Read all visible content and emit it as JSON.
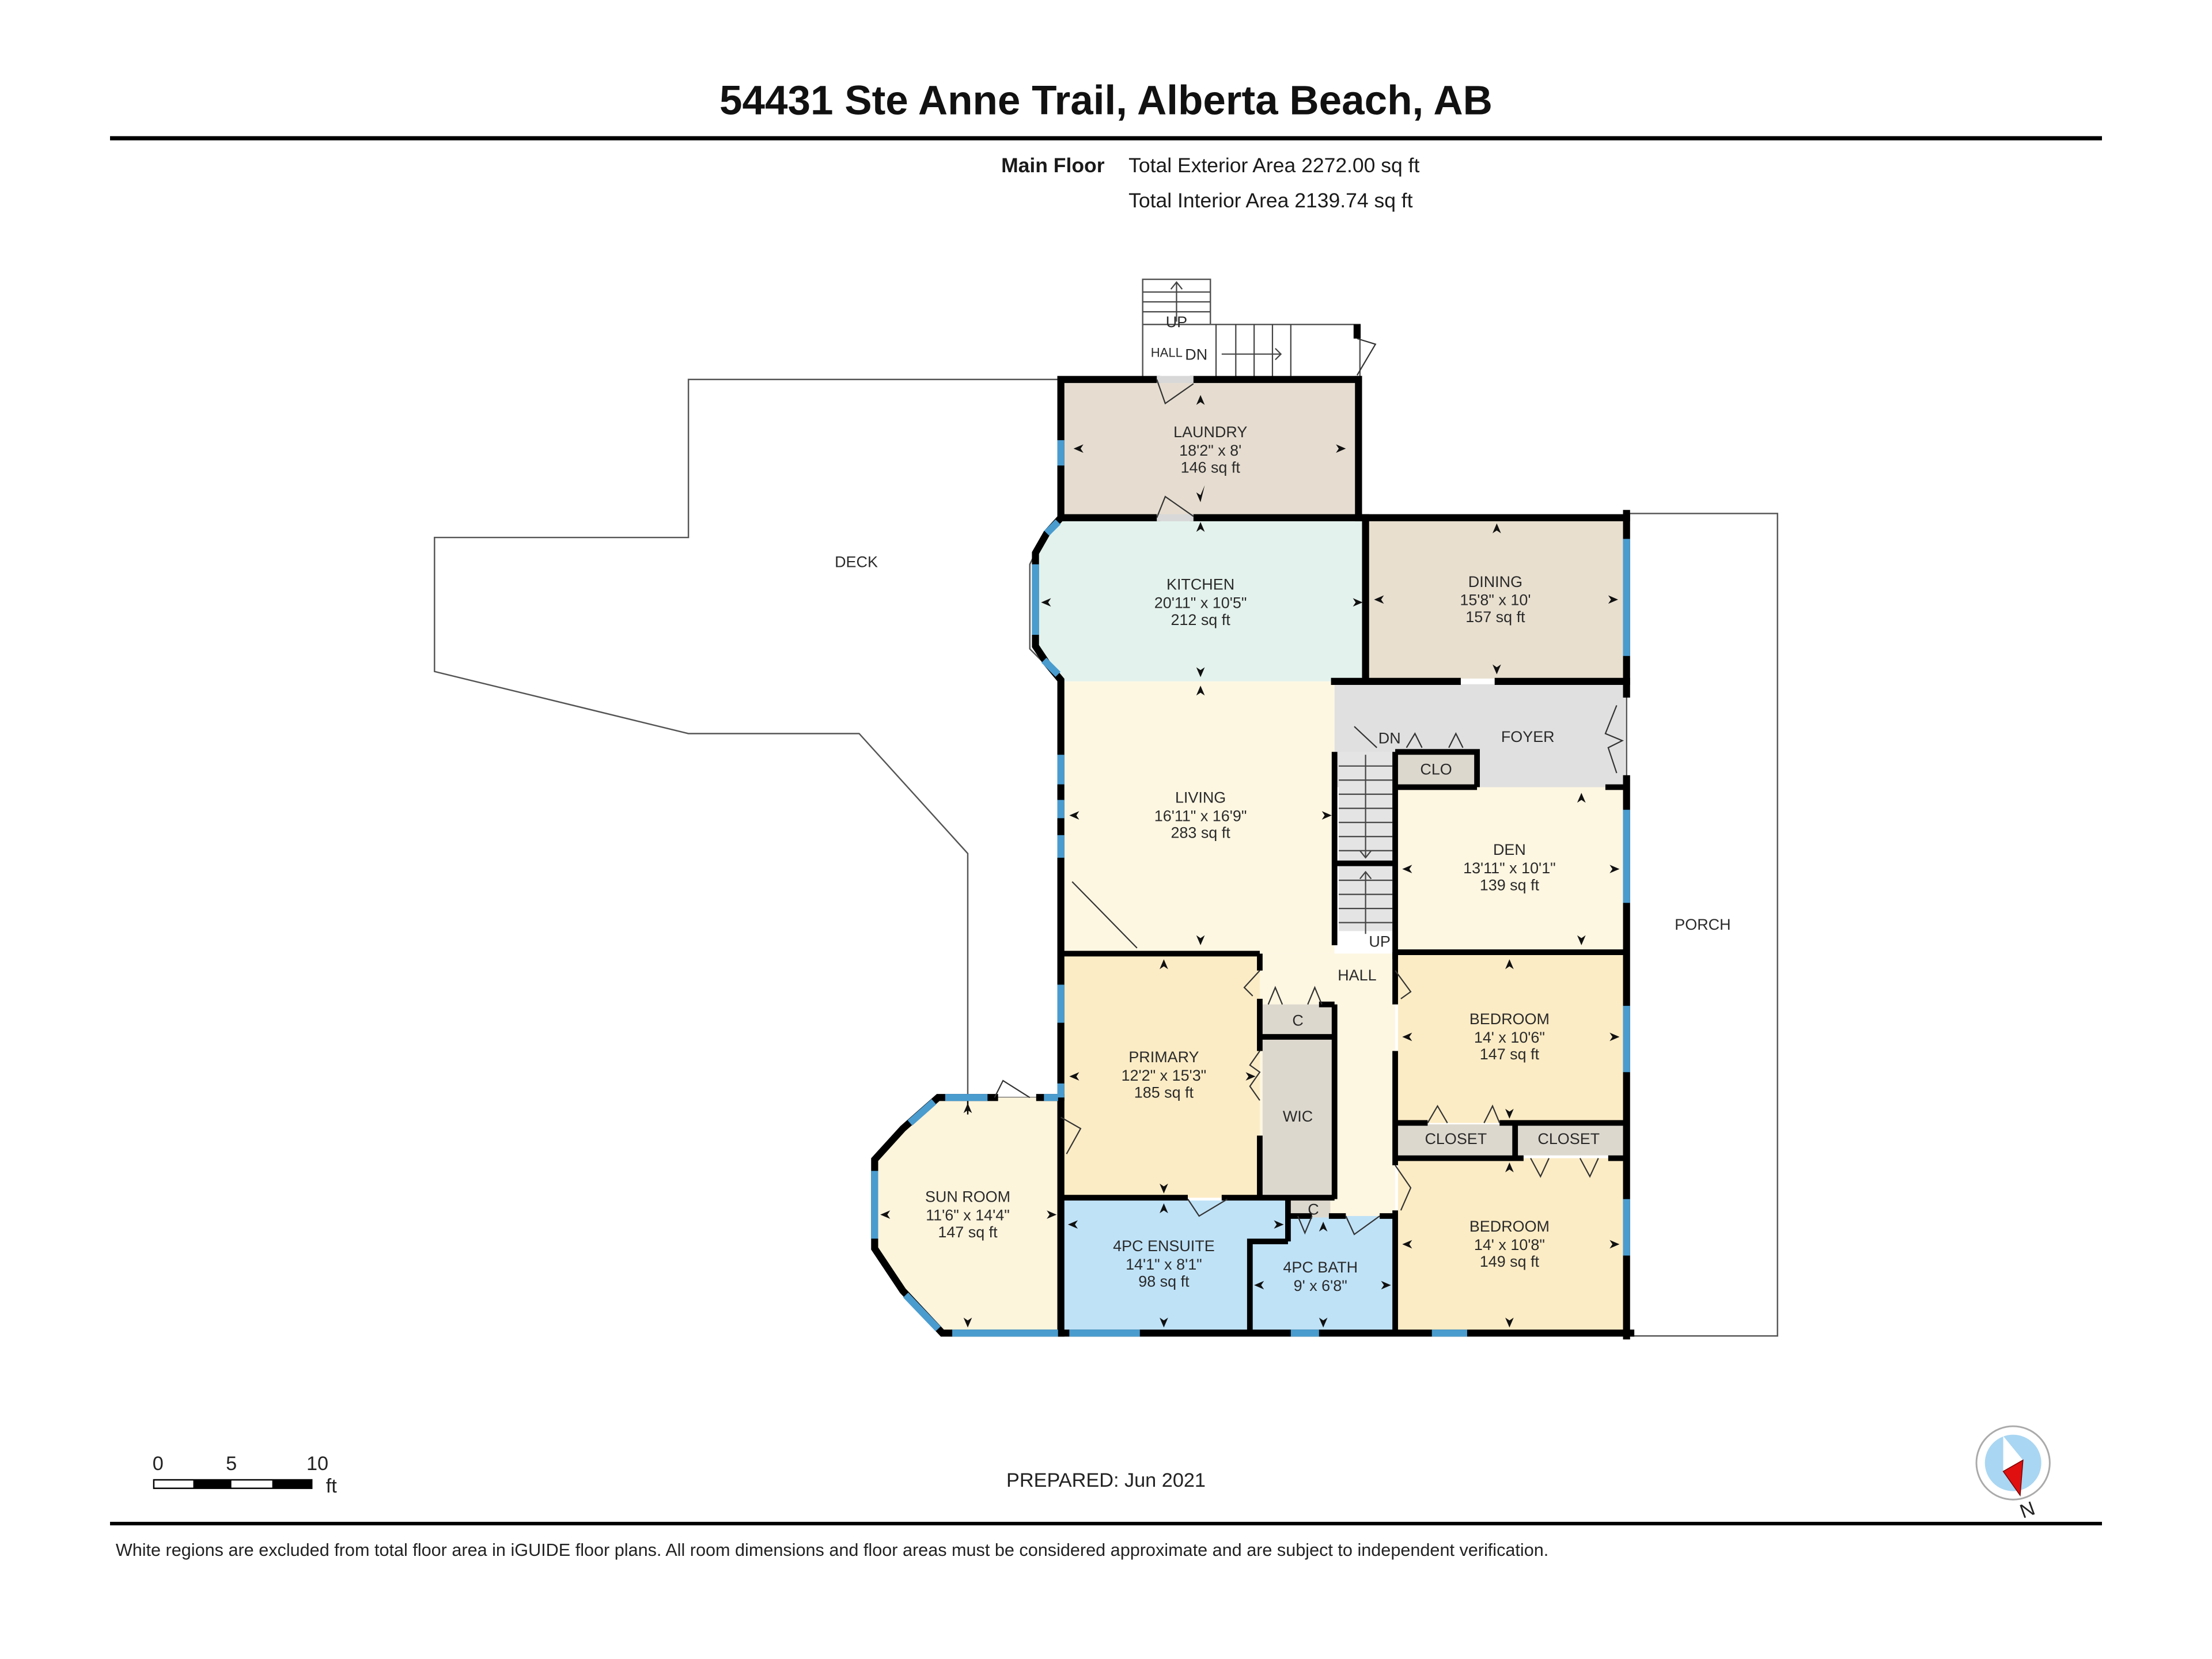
{
  "header": {
    "title": "54431 Ste Anne Trail, Alberta Beach, AB",
    "floor_label": "Main Floor",
    "exterior_area": "Total Exterior Area 2272.00 sq ft",
    "interior_area": "Total Interior Area 2139.74 sq ft"
  },
  "colors": {
    "laundry": "#e6ddd0",
    "kitchen": "#e3f2ec",
    "dining": "#e8dfcf",
    "living": "#fdf7e2",
    "foyer": "#e0e0e0",
    "bedroom": "#fcecc5",
    "bath": "#bfe2f7",
    "closet": "#ddd8ce",
    "window": "#4a9ccf",
    "compass_red": "#e01010",
    "compass_blue": "#a9d6f2"
  },
  "rooms": {
    "laundry": {
      "name": "LAUNDRY",
      "dims": "18'2\" x 8'",
      "area": "146 sq ft"
    },
    "kitchen": {
      "name": "KITCHEN",
      "dims": "20'11\" x 10'5\"",
      "area": "212 sq ft"
    },
    "dining": {
      "name": "DINING",
      "dims": "15'8\" x 10'",
      "area": "157 sq ft"
    },
    "living": {
      "name": "LIVING",
      "dims": "16'11\" x 16'9\"",
      "area": "283 sq ft"
    },
    "den": {
      "name": "DEN",
      "dims": "13'11\" x 10'1\"",
      "area": "139 sq ft"
    },
    "primary": {
      "name": "PRIMARY",
      "dims": "12'2\" x 15'3\"",
      "area": "185 sq ft"
    },
    "bedroom1": {
      "name": "BEDROOM",
      "dims": "14' x 10'6\"",
      "area": "147 sq ft"
    },
    "bedroom2": {
      "name": "BEDROOM",
      "dims": "14' x 10'8\"",
      "area": "149 sq ft"
    },
    "sunroom": {
      "name": "SUN ROOM",
      "dims": "11'6\" x 14'4\"",
      "area": "147 sq ft"
    },
    "ensuite": {
      "name": "4PC ENSUITE",
      "dims": "14'1\" x 8'1\"",
      "area": "98 sq ft"
    },
    "bath": {
      "name": "4PC BATH",
      "dims": "9' x 6'8\""
    }
  },
  "labels": {
    "deck": "DECK",
    "porch": "PORCH",
    "foyer": "FOYER",
    "hall_main": "HALL",
    "hall_top": "HALL",
    "clo": "CLO",
    "wic": "WIC",
    "c1": "C",
    "c2": "C",
    "closet1": "CLOSET",
    "closet2": "CLOSET",
    "up_top": "UP",
    "dn_top": "DN",
    "dn_foyer": "DN",
    "up_hall": "UP"
  },
  "scale_bar": {
    "tick0": "0",
    "tick5": "5",
    "tick10": "10",
    "unit": "ft"
  },
  "prepared": "PREPARED: Jun 2021",
  "compass": {
    "north_label": "N"
  },
  "disclaimer": "White regions are excluded from total floor area in iGUIDE floor plans. All room dimensions and floor areas must be considered approximate and are subject to independent verification."
}
